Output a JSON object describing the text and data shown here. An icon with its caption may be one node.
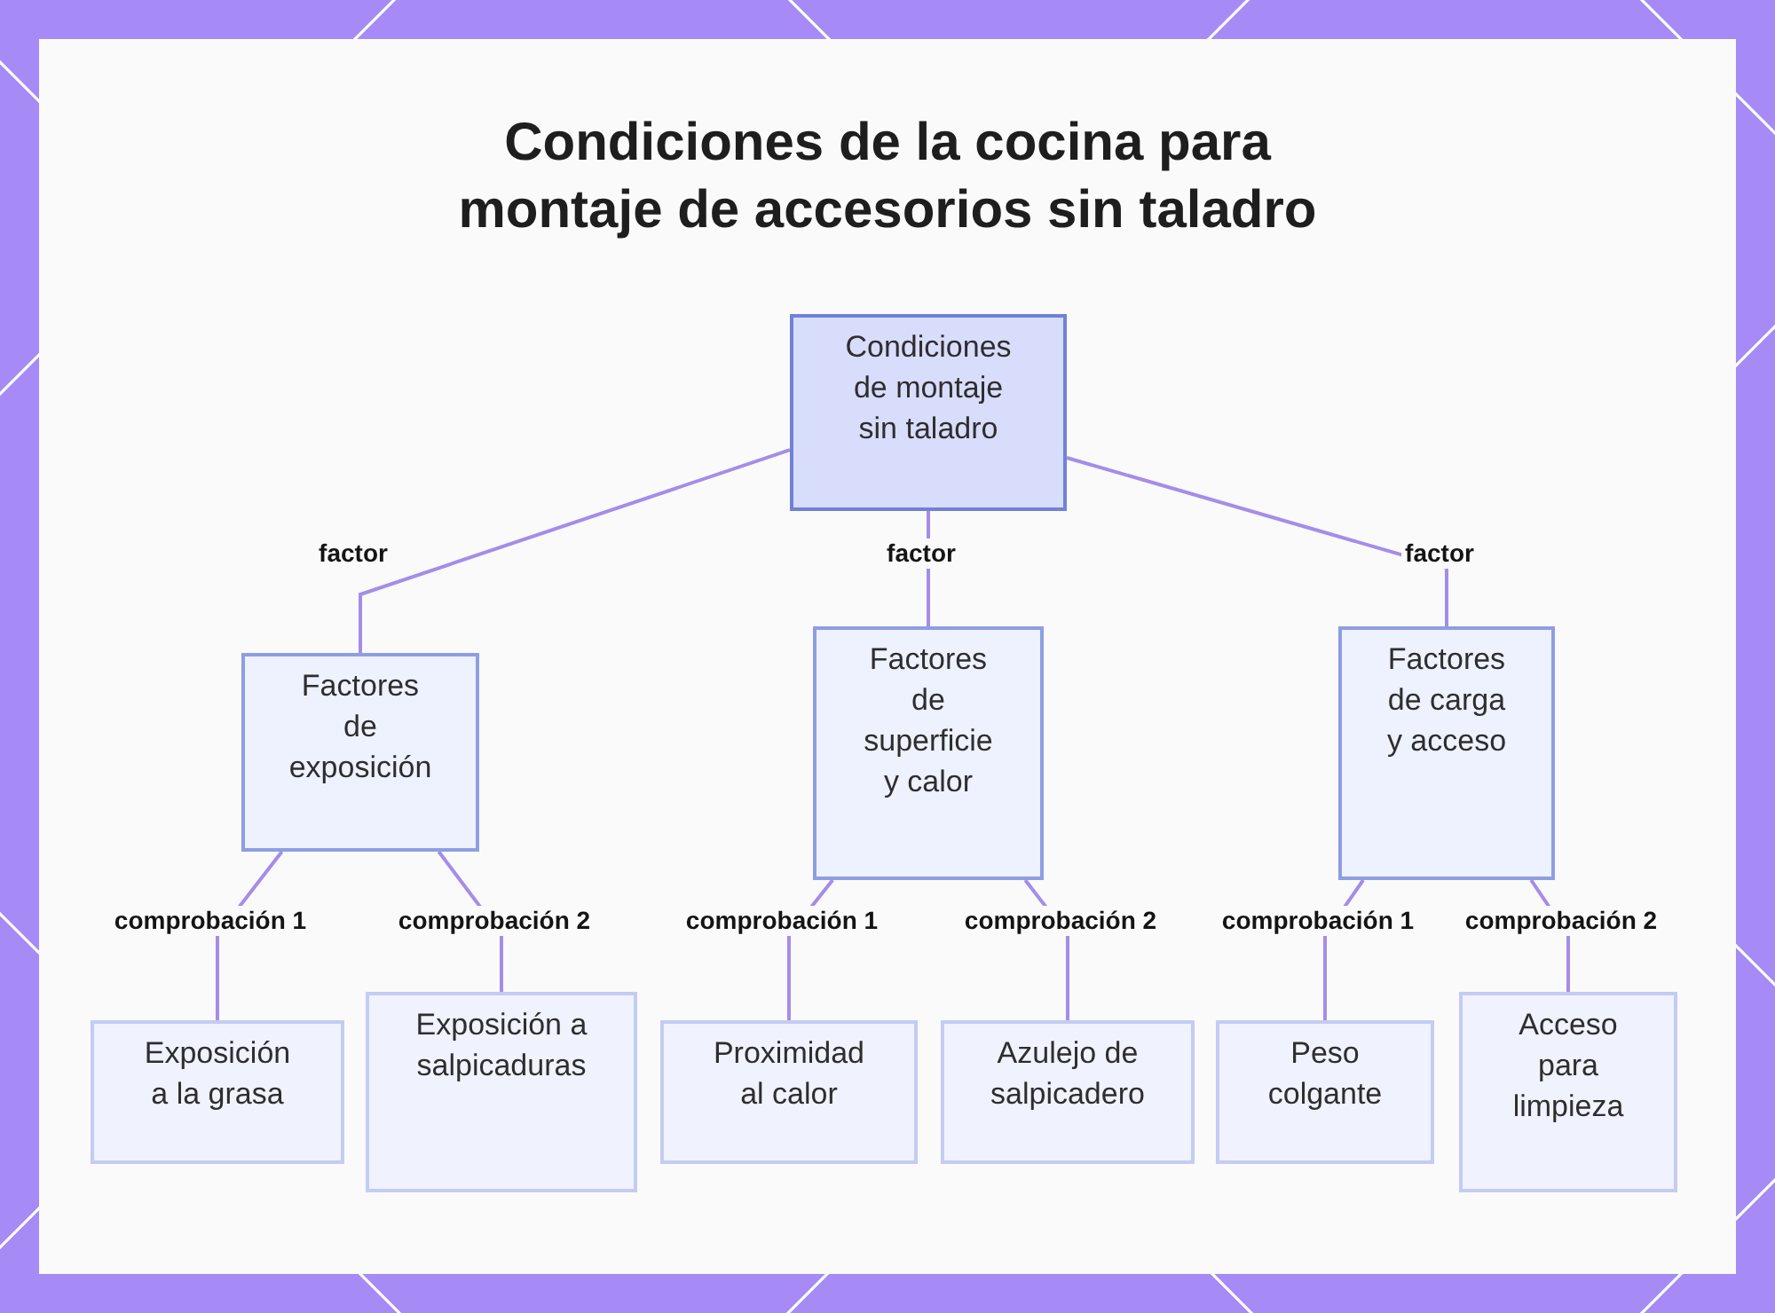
{
  "diagram": {
    "title": "Condiciones de la cocina para montaje de accesorios sin taladro",
    "nodes": [
      {
        "text": [
          "Condiciones de montaje sin taladro"
        ]
      },
      {
        "text": [
          "Factores de exposición"
        ]
      },
      {
        "text": [
          "Factores de superficie y calor"
        ]
      },
      {
        "text": [
          "Factores de carga y acceso"
        ]
      },
      {
        "text": [
          "Exposición a la grasa"
        ]
      },
      {
        "text": [
          "Exposición a salpicaduras"
        ]
      },
      {
        "text": [
          "Proximidad al calor"
        ]
      },
      {
        "text": [
          "Azulejo de salpicadero"
        ]
      },
      {
        "text": [
          "Peso colgante"
        ]
      },
      {
        "text": [
          "Acceso para limpieza"
        ]
      }
    ],
    "edges": [
      {
        "from": 0,
        "to": 1,
        "arrow": "none",
        "label": "factor"
      },
      {
        "from": 0,
        "to": 2,
        "arrow": "none",
        "label": "factor"
      },
      {
        "from": 0,
        "to": 3,
        "arrow": "none",
        "label": "factor"
      },
      {
        "from": 1,
        "to": 4,
        "arrow": "none",
        "label": "comprobación 1"
      },
      {
        "from": 1,
        "to": 5,
        "arrow": "none",
        "label": "comprobación 2"
      },
      {
        "from": 2,
        "to": 6,
        "arrow": "none",
        "label": "comprobación 1"
      },
      {
        "from": 2,
        "to": 7,
        "arrow": "none",
        "label": "comprobación 2"
      },
      {
        "from": 3,
        "to": 8,
        "arrow": "none",
        "label": "comprobación 1"
      },
      {
        "from": 3,
        "to": 9,
        "arrow": "none",
        "label": "comprobación 2"
      }
    ]
  }
}
